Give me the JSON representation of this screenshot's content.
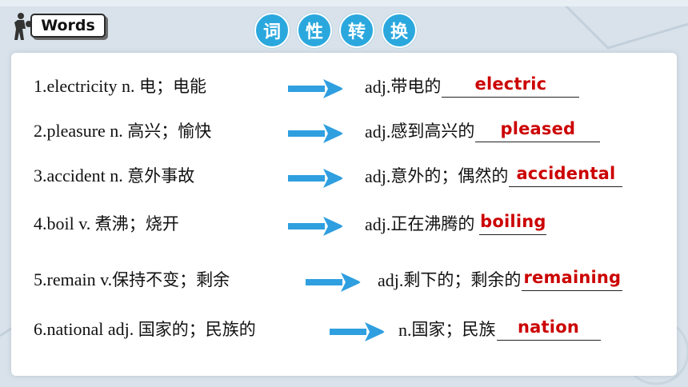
{
  "header": {
    "tag_label": "Words",
    "title_chars": [
      "词",
      "性",
      "转",
      "换"
    ]
  },
  "rows": [
    {
      "term": "1.electricity n. ",
      "term_zh": "电；电能",
      "target_pos": "adj. ",
      "target_zh": "带电的",
      "answer": "electric"
    },
    {
      "term": "2.pleasure n. ",
      "term_zh": "高兴；愉快",
      "target_pos": "adj. ",
      "target_zh": "感到高兴的",
      "answer": "pleased"
    },
    {
      "term": "3.accident n. ",
      "term_zh": "意外事故",
      "target_pos": "adj. ",
      "target_zh": "意外的；偶然的",
      "answer": "accidental"
    },
    {
      "term": "4.boil v. ",
      "term_zh": "煮沸；烧开",
      "target_pos": "adj. ",
      "target_zh": "正在沸腾的",
      "answer": "boiling"
    },
    {
      "term": "5.remain v.",
      "term_zh": "保持不变；剩余",
      "target_pos": "adj.",
      "target_zh": "剩下的；剩余的",
      "answer": "remaining"
    },
    {
      "term": "6.national adj. ",
      "term_zh": "国家的；民族的",
      "target_pos": "n. ",
      "target_zh": "国家；民族",
      "answer": "nation"
    }
  ],
  "colors": {
    "accent": "#2aa8de",
    "answer": "#cc0000",
    "arrow": "#2f9fe0"
  }
}
